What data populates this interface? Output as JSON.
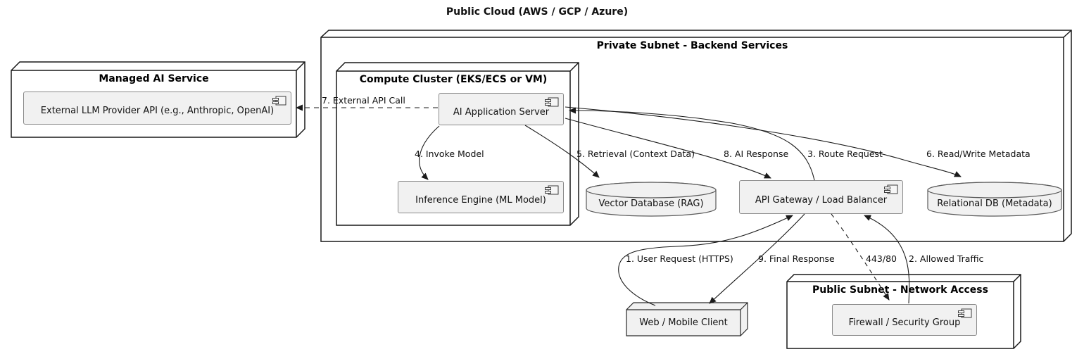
{
  "title": "Public Cloud (AWS / GCP / Azure)",
  "containers": {
    "private_subnet": {
      "label": "Private Subnet - Backend Services"
    },
    "managed_ai_service": {
      "label": "Managed AI Service"
    },
    "compute_cluster": {
      "label": "Compute Cluster (EKS/ECS or VM)"
    },
    "public_subnet": {
      "label": "Public Subnet - Network Access"
    }
  },
  "nodes": {
    "web_client": {
      "label": "Web / Mobile Client"
    }
  },
  "components": {
    "llm_api": {
      "label": "External LLM Provider API (e.g., Anthropic, OpenAI)"
    },
    "app_server": {
      "label": "AI Application Server"
    },
    "inference_engine": {
      "label": "Inference Engine (ML Model)"
    },
    "api_gateway": {
      "label": "API Gateway / Load Balancer"
    },
    "firewall": {
      "label": "Firewall / Security Group"
    }
  },
  "databases": {
    "vector_db": {
      "label": "Vector Database (RAG)"
    },
    "relational_db": {
      "label": "Relational DB (Metadata)"
    }
  },
  "edge_labels": {
    "user_request": "1. User Request (HTTPS)",
    "allowed_traffic": "2. Allowed Traffic",
    "route_request": "3. Route Request",
    "invoke_model": "4. Invoke Model",
    "retrieval": "5. Retrieval (Context Data)",
    "read_write_metadata": "6. Read/Write Metadata",
    "external_api_call": "7. External API Call",
    "ai_response": "8. AI Response",
    "final_response": "9. Final Response",
    "ports": "443/80"
  },
  "colors": {
    "background": "#ffffff",
    "node_border": "#181818",
    "node_fill": "#ffffff",
    "component_fill": "#f1f1f1",
    "component_border": "#8a8a8a",
    "arrow": "#1a1a1a",
    "text": "#111111"
  }
}
